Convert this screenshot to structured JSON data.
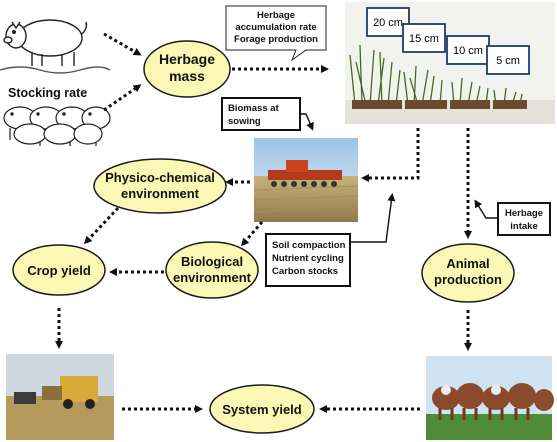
{
  "nodes": {
    "herbage_mass": [
      "Herbage",
      "mass"
    ],
    "physico_chemical": [
      "Physico-chemical",
      "environment"
    ],
    "biological": [
      "Biological",
      "environment"
    ],
    "crop_yield": "Crop yield",
    "animal_production": [
      "Animal",
      "production"
    ],
    "system_yield": "System yield"
  },
  "labels": {
    "stocking_rate": "Stocking rate",
    "herbage_accumulation": [
      "Herbage",
      "accumulation rate",
      "Forage production"
    ],
    "biomass_at_sowing": [
      "Biomass at",
      "sowing"
    ],
    "soil_box": [
      "Soil compaction",
      "Nutrient cycling",
      "Carbon stocks"
    ],
    "herbage_intake": [
      "Herbage",
      "intake"
    ]
  },
  "heights": [
    "20 cm",
    "15 cm",
    "10 cm",
    "5 cm"
  ],
  "colors": {
    "oval_fill": "#fbf7b5",
    "oval_stroke": "#1a1a1a",
    "arrow": "#111111"
  }
}
